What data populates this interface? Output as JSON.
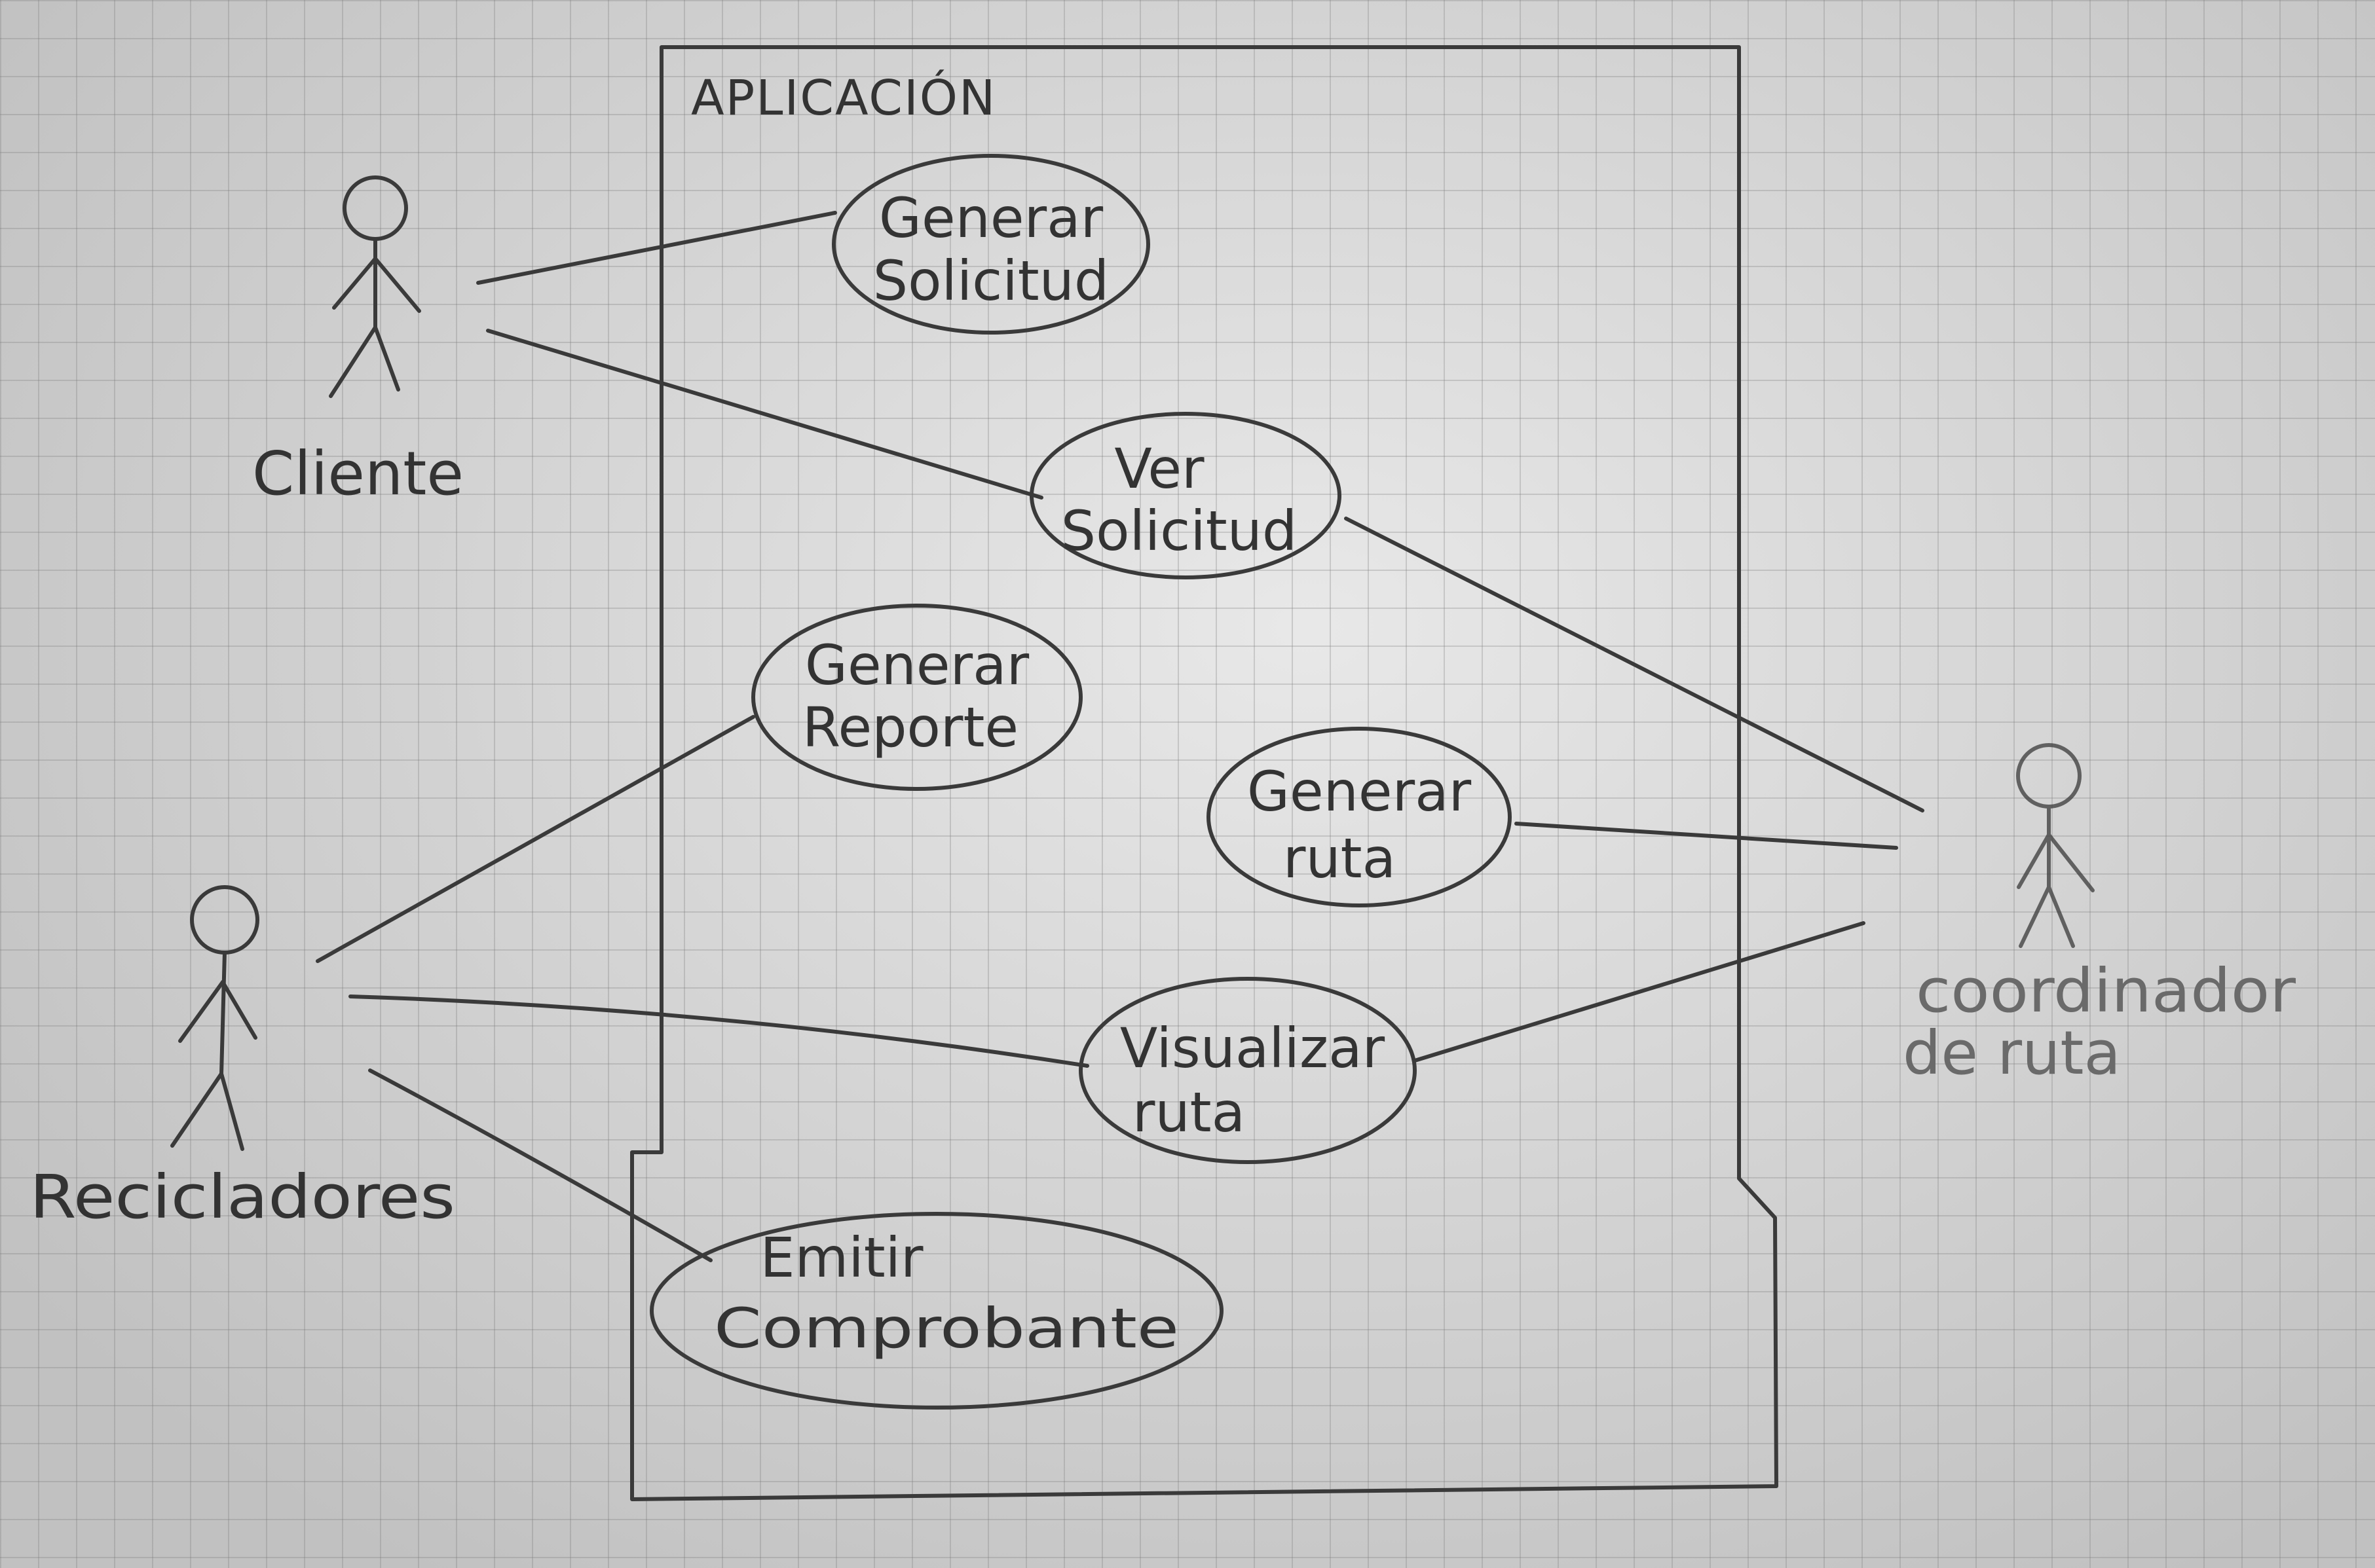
{
  "system": {
    "title": "APLICACIÓN"
  },
  "actors": {
    "cliente": "Cliente",
    "recicladores": "Recicladores",
    "coordinador_line1": "coordinador",
    "coordinador_line2": "de ruta"
  },
  "use_cases": {
    "generar_solicitud": [
      "Generar",
      "Solicitud"
    ],
    "ver_solicitud": [
      "Ver",
      "Solicitud"
    ],
    "generar_reporte": [
      "Generar",
      "Reporte"
    ],
    "generar_ruta": [
      "Generar",
      "ruta"
    ],
    "visualizar_ruta": [
      "Visualizar",
      "ruta"
    ],
    "emitir_comprobante": [
      "Emitir",
      "Comprobante"
    ]
  },
  "colors": {
    "ink": "#3a3a3a",
    "paper": "#dcdcdc",
    "grid": "#8a8a8a"
  }
}
